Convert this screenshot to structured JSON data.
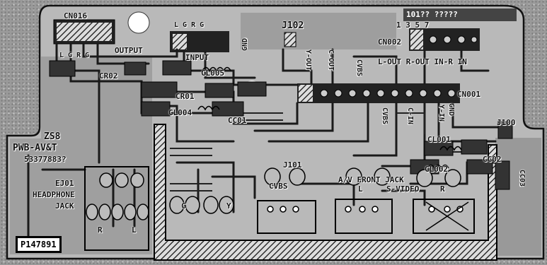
{
  "board": {
    "part_number": "P147891",
    "board_name": "PWB-AV&T",
    "board_code": "ZS8",
    "board_serial": "53377883?",
    "top_right_code": "101?? ?????"
  },
  "connectors": {
    "cn016": "CN016",
    "cn002": "CN002",
    "cn001": "CN001",
    "j102": "J102",
    "j101": "J101",
    "j100": "J100",
    "ej01": "EJ01",
    "headphone_jack_line1": "HEADPHONE",
    "headphone_jack_line2": "JACK"
  },
  "components": {
    "cr02": "CR02",
    "cr01": "CR01",
    "cl005": "CL005",
    "cl004": "CL004",
    "cl001": "CL001",
    "cl002": "CL002",
    "cc01": "CC01",
    "cc02": "CC02",
    "cc03": "CC03"
  },
  "labels": {
    "output": "OUTPUT",
    "input": "INPUT",
    "output_pins": "L  G  R  G",
    "input_pins": "L  G  R  G",
    "cn002_pins": "1     3     5     7",
    "cn002_signals": "L-OUT  R-OUT  IN-R  IN",
    "av_front_jack": "A/V FRONT JACK",
    "s_video": "S-VIDEO",
    "cvbs": "CVBS",
    "l": "L",
    "r": "R",
    "y": "Y",
    "c": "C",
    "trace_y_out": "Y-OUT",
    "trace_c_out": "C-OUT",
    "trace_cvbs": "CVBS",
    "trace_cvbs_out": "CVBS",
    "trace_c_in": "C-IN",
    "trace_y_in": "Y-IN",
    "trace_gnd": "GND",
    "gnd": "GND"
  }
}
